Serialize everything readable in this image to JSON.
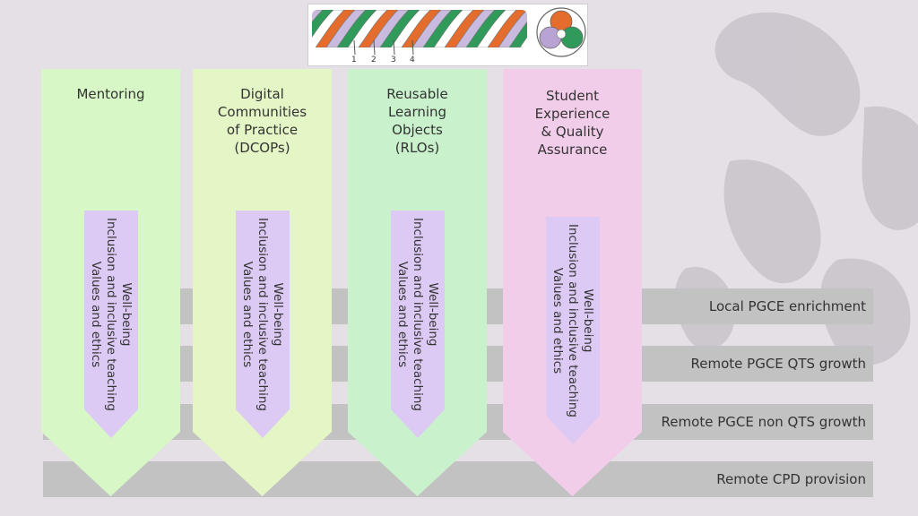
{
  "pillars": [
    {
      "title_lines": [
        "Mentoring"
      ],
      "fill": "#d8f7c6"
    },
    {
      "title_lines": [
        "Digital",
        "Communities",
        "of Practice",
        "(DCOPs)"
      ],
      "fill": "#e5f6c6"
    },
    {
      "title_lines": [
        "Reusable",
        "Learning",
        "Objects",
        "(RLOs)"
      ],
      "fill": "#c9f2cc"
    },
    {
      "title_lines": [
        "Student",
        "Experience",
        "& Quality",
        "Assurance"
      ],
      "fill": "#f2cdea"
    }
  ],
  "inner_lines": [
    "Well-being",
    "Inclusion and inclusive teaching",
    "Values and ethics"
  ],
  "inner_fill": "#dccaf5",
  "bands": [
    "Local PGCE enrichment",
    "Remote PGCE QTS growth",
    "Remote PGCE non QTS growth",
    "Remote CPD provision"
  ],
  "rope_numbers": [
    "1",
    "2",
    "3",
    "4"
  ],
  "band_color": "#c2c2c2"
}
